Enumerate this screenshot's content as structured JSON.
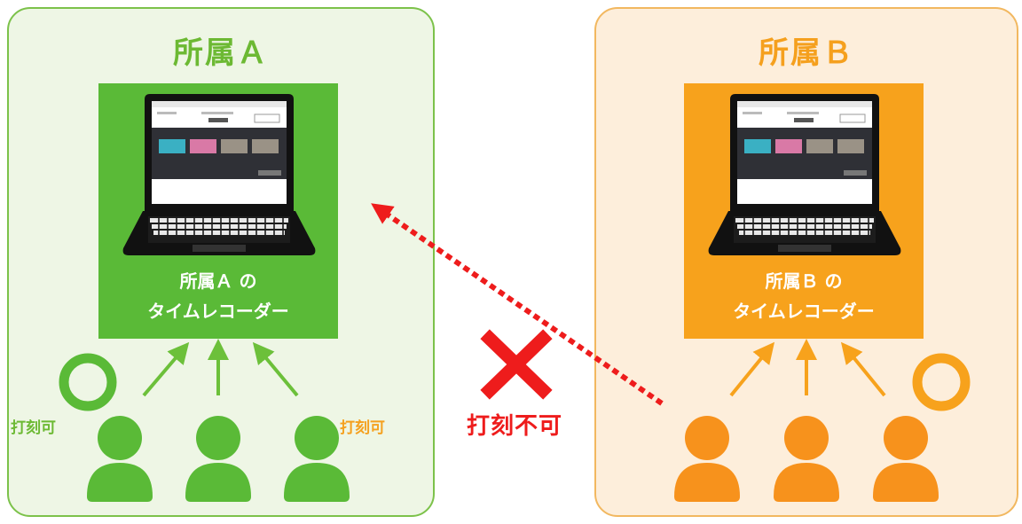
{
  "panel_a": {
    "title": "所属Ａ",
    "recorder_line1": "所属Ａ の",
    "recorder_line2": "タイムレコーダー",
    "ok_label": "打刻可",
    "color": "#5aba37"
  },
  "panel_b": {
    "title": "所属Ｂ",
    "recorder_line1": "所属Ｂ の",
    "recorder_line2": "タイムレコーダー",
    "ok_label": "打刻可",
    "color": "#f7a21c"
  },
  "cross": {
    "ng_label": "打刻不可",
    "color": "#ee1c1c"
  }
}
